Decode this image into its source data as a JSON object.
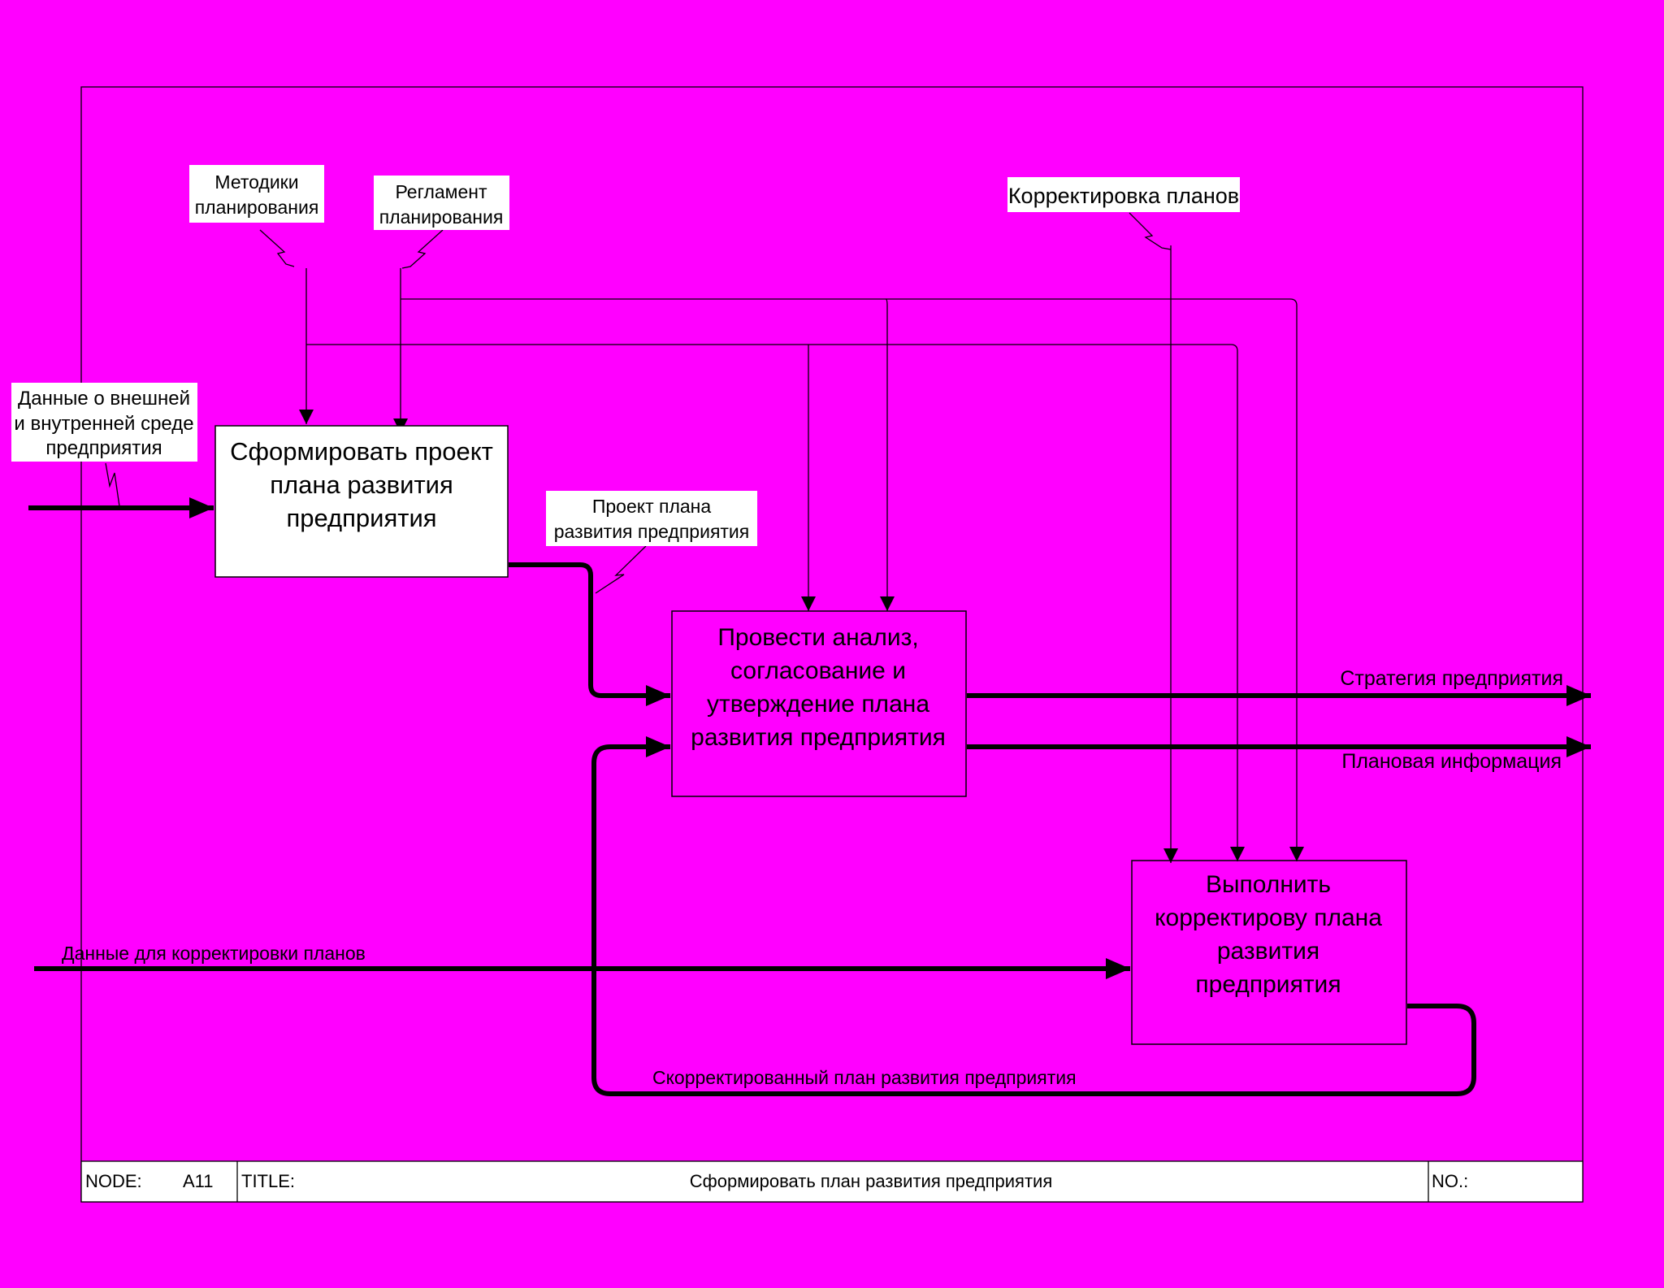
{
  "colors": {
    "background": "#ff00ff",
    "box_white": "#ffffff",
    "line": "#000000"
  },
  "footer": {
    "node_label": "NODE:",
    "node_value": "A11",
    "title_label": "TITLE:",
    "title_value": "Сформировать план развития предприятия",
    "number_label": "NO.:"
  },
  "activities": {
    "a1": [
      "Сформировать проект",
      "плана развития",
      "предприятия"
    ],
    "a2": [
      "Провести анализ,",
      "согласование и",
      "утверждение плана",
      "развития предприятия"
    ],
    "a3": [
      "Выполнить",
      "корректирову плана",
      "развития",
      "предприятия"
    ]
  },
  "arrows": {
    "methods": [
      "Методики",
      "планирования"
    ],
    "regulation": [
      "Регламент",
      "планирования"
    ],
    "correction": "Корректировка планов",
    "input_data": [
      "Данные о внешней",
      "и внутренней среде",
      "предприятия"
    ],
    "draft_plan": [
      "Проект плана",
      "развития предприятия"
    ],
    "strategy": "Стратегия предприятия",
    "planning_info": "Плановая информация",
    "correction_data": "Данные для корректировки планов",
    "corrected_plan": "Скорректированный план развития предприятия"
  }
}
